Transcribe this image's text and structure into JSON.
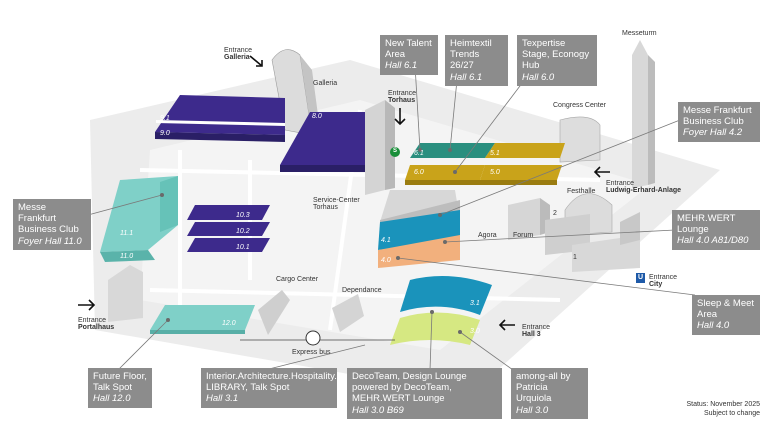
{
  "callouts": {
    "new_talent": {
      "title": "New Talent Area",
      "hall": "Hall 6.1"
    },
    "heimtextil_trends": {
      "title": "Heimtextil Trends 26/27",
      "hall": "Hall 6.1"
    },
    "texpertise": {
      "title": "Texpertise Stage, Econogy Hub",
      "hall": "Hall 6.0"
    },
    "mf_business_club_42": {
      "title": "Messe Frankfurt Business Club",
      "hall": "Foyer Hall 4.2"
    },
    "mf_business_club_110": {
      "title": "Messe Frankfurt Business Club",
      "hall": "Foyer Hall 11.0"
    },
    "mehrwert_lounge": {
      "title": "MEHR.WERT Lounge",
      "hall": "Hall 4.0 A81/D80"
    },
    "sleep_meet": {
      "title": "Sleep & Meet Area",
      "hall": "Hall 4.0"
    },
    "future_floor": {
      "title": "Future Floor, Talk Spot",
      "hall": "Hall 12.0"
    },
    "interior_arch": {
      "title": "Interior.Architecture.Hospitality. LIBRARY, Talk Spot",
      "hall": "Hall 3.1"
    },
    "decoteam": {
      "title": "DecoTeam, Design Lounge powered by DecoTeam, MEHR.WERT Lounge",
      "hall": "Hall 3.0 B69"
    },
    "among_all": {
      "title": "among-all by Patricia Urquiola",
      "hall": "Hall 3.0"
    }
  },
  "halls": [
    "9.1",
    "9.0",
    "8.0",
    "11.1",
    "11.0",
    "10.3",
    "10.2",
    "10.1",
    "12.0",
    "6.1",
    "6.0",
    "5.1",
    "5.0",
    "4.1",
    "4.0",
    "3.1",
    "3.0"
  ],
  "entrances": {
    "galleria": {
      "line1": "Entrance",
      "line2": "Galleria"
    },
    "torhaus": {
      "line1": "Entrance",
      "line2": "Torhaus"
    },
    "ludwig": {
      "line1": "Entrance",
      "line2": "Ludwig-Erhard-Anlage"
    },
    "portalhaus": {
      "line1": "Entrance",
      "line2": "Portalhaus"
    },
    "city": {
      "line1": "Entrance",
      "line2": "City"
    },
    "hall3": {
      "line1": "Entrance",
      "line2": "Hall 3"
    }
  },
  "places": {
    "galleria": "Galleria",
    "congress_center": "Congress Center",
    "messeturm": "Messeturm",
    "festhalle": "Festhalle",
    "service_center": "Service-Center Torhaus",
    "agora": "Agora",
    "forum": "Forum",
    "cargo_center": "Cargo Center",
    "dependance": "Dependance",
    "express_bus": "Express bus",
    "forum_1": "1",
    "forum_2": "2",
    "s_bahn": "S",
    "u_bahn": "U"
  },
  "status": {
    "line1": "Status: November 2025",
    "line2": "Subject to change"
  },
  "colors": {
    "purple": "#3d2a8c",
    "mint": "#7fd0c8",
    "teal": "#2a8f7f",
    "gold": "#c9a31a",
    "blue": "#1a93bb",
    "peach": "#f2b07d",
    "lime": "#d6e882",
    "callout": "#8c8c8c",
    "ground": "#ececec"
  }
}
